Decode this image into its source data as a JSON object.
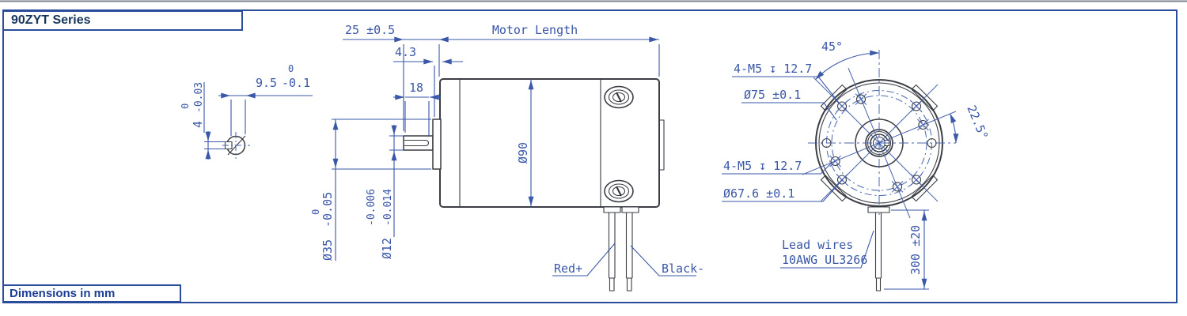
{
  "title": "90ZYT Series",
  "footer": "Dimensions in mm",
  "colors": {
    "frame": "#2a4d9b",
    "part_line": "#3b3d45",
    "dimension": "#3a57a8",
    "title_text": "#17365d"
  },
  "side_view": {
    "dim_shaft_extension": "25 ±0.5",
    "dim_motor_length": "Motor Length",
    "dim_boss_offset": "4.3",
    "dim_keyway_length": "18",
    "dim_body_diameter": "Ø90",
    "boss_diameter": {
      "value": "Ø35",
      "tol_hi": "0",
      "tol_lo": "-0.05"
    },
    "shaft_diameter": {
      "value": "Ø12",
      "tol_hi": "-0.006",
      "tol_lo": "-0.014"
    },
    "wire_positive": "Red+",
    "wire_negative": "Black-"
  },
  "shaft_section": {
    "flat_width": {
      "value": "9.5",
      "tol_hi": "0",
      "tol_lo": "-0.1"
    },
    "flat_depth": {
      "value": "4",
      "tol_hi": "0",
      "tol_lo": "-0.03"
    }
  },
  "front_view": {
    "angle_top": "45°",
    "angle_side": "22.5°",
    "tap_note_outer": "4-M5 ↧ 12.7",
    "bolt_circle_outer": "Ø75 ±0.1",
    "tap_note_inner": "4-M5 ↧ 12.7",
    "bolt_circle_inner": "Ø67.6 ±0.1",
    "lead_wires_line1": "Lead wires",
    "lead_wires_line2": "10AWG UL3266",
    "dim_lead_length": "300 ±20"
  }
}
